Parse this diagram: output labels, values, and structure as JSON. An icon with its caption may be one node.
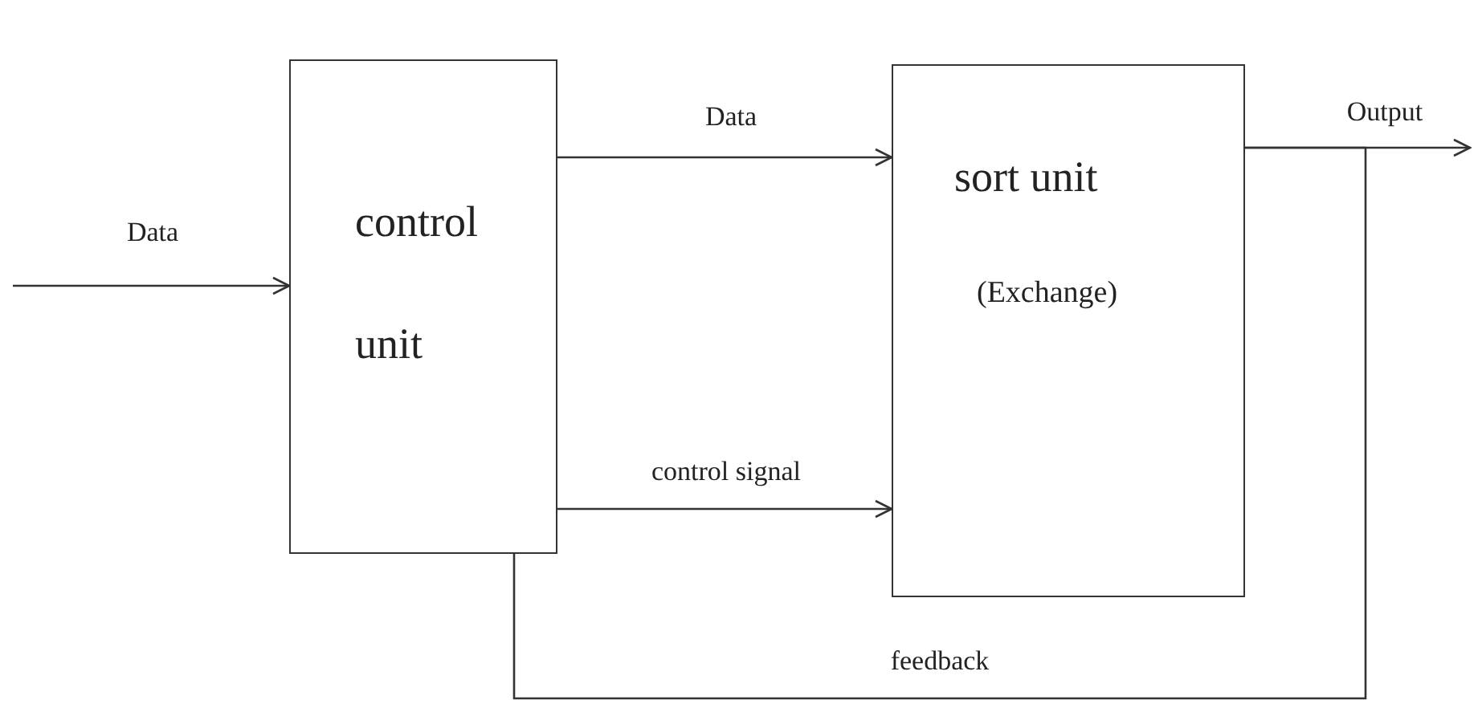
{
  "diagram": {
    "nodes": [
      {
        "text": [
          "control unit"
        ]
      },
      {
        "text": [
          "sort unit",
          "(Exchange)"
        ]
      }
    ],
    "edges": [
      {
        "from": null,
        "to": 0,
        "arrow": "to",
        "label": "Data"
      },
      {
        "from": 0,
        "to": 1,
        "arrow": "to",
        "label": "Data"
      },
      {
        "from": 0,
        "to": 1,
        "arrow": "to",
        "label": "control signal"
      },
      {
        "from": 1,
        "to": null,
        "arrow": "to",
        "label": "Output"
      },
      {
        "from": 1,
        "to": 0,
        "arrow": "none",
        "label": "feedback"
      }
    ]
  }
}
